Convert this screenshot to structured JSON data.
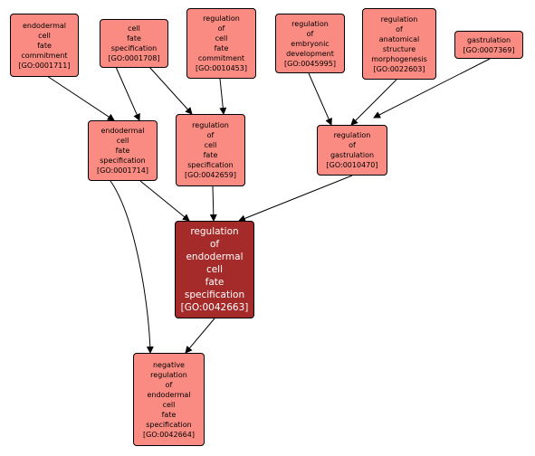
{
  "colors": {
    "node_fill": "#fa8b82",
    "main_fill": "#a52a2a",
    "edge": "#000000"
  },
  "nodes": {
    "n1711": "endodermal\ncell\nfate\ncommitment\n[GO:0001711]",
    "n1708": "cell\nfate\nspecification\n[GO:0001708]",
    "n10453": "regulation\nof\ncell\nfate\ncommitment\n[GO:0010453]",
    "n45995": "regulation\nof\nembryonic\ndevelopment\n[GO:0045995]",
    "n22603": "regulation\nof\nanatomical\nstructure\nmorphogenesis\n[GO:0022603]",
    "n7369": "gastrulation\n[GO:0007369]",
    "n1714": "endodermal\ncell\nfate\nspecification\n[GO:0001714]",
    "n42659": "regulation\nof\ncell\nfate\nspecification\n[GO:0042659]",
    "n10470": "regulation\nof\ngastrulation\n[GO:0010470]",
    "n42663": "regulation\nof\nendodermal\ncell\nfate\nspecification\n[GO:0042663]",
    "n42664": "negative\nregulation\nof\nendodermal\ncell\nfate\nspecification\n[GO:0042664]"
  }
}
